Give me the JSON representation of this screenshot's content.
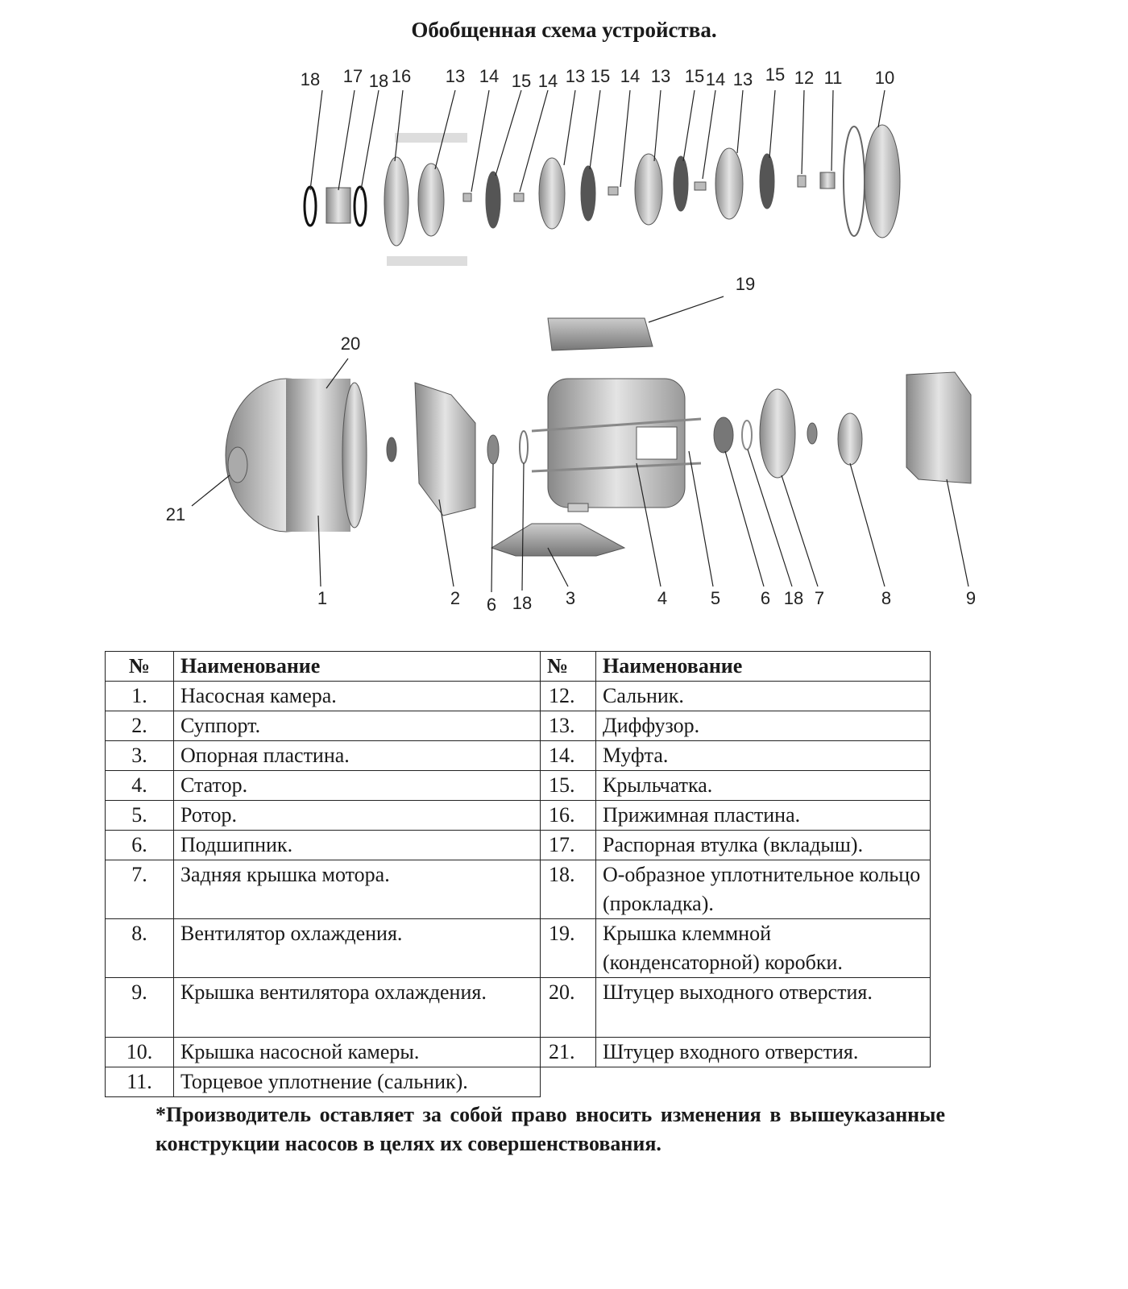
{
  "title": "Обобщенная схема устройства.",
  "diagram": {
    "top_labels": [
      "18",
      "17",
      "18",
      "16",
      "13",
      "14",
      "15",
      "14",
      "13",
      "15",
      "14",
      "13",
      "15",
      "14",
      "13",
      "15",
      "12",
      "11",
      "10"
    ],
    "bottom_labels": [
      "19",
      "20",
      "21",
      "1",
      "2",
      "6",
      "18",
      "3",
      "4",
      "5",
      "6",
      "18",
      "7",
      "8",
      "9"
    ]
  },
  "table": {
    "headers": {
      "num": "№",
      "name": "Наименование"
    },
    "left": [
      {
        "num": "1.",
        "name": "Насосная камера."
      },
      {
        "num": "2.",
        "name": "Суппорт."
      },
      {
        "num": "3.",
        "name": "Опорная пластина."
      },
      {
        "num": "4.",
        "name": "Статор."
      },
      {
        "num": "5.",
        "name": "Ротор."
      },
      {
        "num": "6.",
        "name": "Подшипник."
      },
      {
        "num": "7.",
        "name": "Задняя крышка мотора."
      },
      {
        "num": "8.",
        "name": "Вентилятор охлаждения."
      },
      {
        "num": "9.",
        "name": "Крышка вентилятора охлаждения."
      },
      {
        "num": "10.",
        "name": "Крышка насосной камеры."
      },
      {
        "num": "11.",
        "name": "Торцевое уплотнение (сальник)."
      }
    ],
    "right": [
      {
        "num": "12.",
        "name": "Сальник."
      },
      {
        "num": "13.",
        "name": "Диффузор."
      },
      {
        "num": "14.",
        "name": "Муфта."
      },
      {
        "num": "15.",
        "name": "Крыльчатка."
      },
      {
        "num": "16.",
        "name": "Прижимная пластина."
      },
      {
        "num": "17.",
        "name": "Распорная втулка (вкладыш)."
      },
      {
        "num": "18.",
        "name": "О-образное уплотнительное кольцо (прокладка)."
      },
      {
        "num": "19.",
        "name": "Крышка клеммной (конденсаторной) коробки."
      },
      {
        "num": "20.",
        "name": "Штуцер выходного отверстия."
      },
      {
        "num": "21.",
        "name": "Штуцер входного отверстия."
      }
    ]
  },
  "note": "*Производитель оставляет за собой право вносить изменения в вышеуказанные конструкции насосов в целях их совершенствования."
}
